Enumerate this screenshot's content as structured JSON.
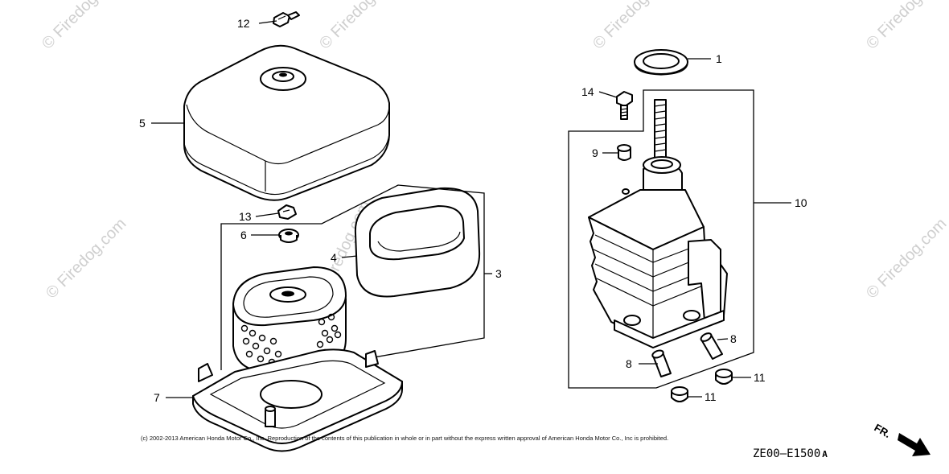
{
  "parts": {
    "p1": "1",
    "p3": "3",
    "p4": "4",
    "p5": "5",
    "p6": "6",
    "p7": "7",
    "p8a": "8",
    "p8b": "8",
    "p9": "9",
    "p10": "10",
    "p11a": "11",
    "p11b": "11",
    "p12": "12",
    "p13": "13",
    "p14": "14"
  },
  "watermark": "© Firedog.com",
  "copyright": "(c) 2002-2013 American Honda Motor Co., Inc. Reproduction of the contents of this publication in whole or in part without the express written approval of American Honda Motor Co., Inc is prohibited.",
  "diagram_code": "ZE00–E1500",
  "diagram_code_suffix": "A",
  "front_indicator": "FR."
}
